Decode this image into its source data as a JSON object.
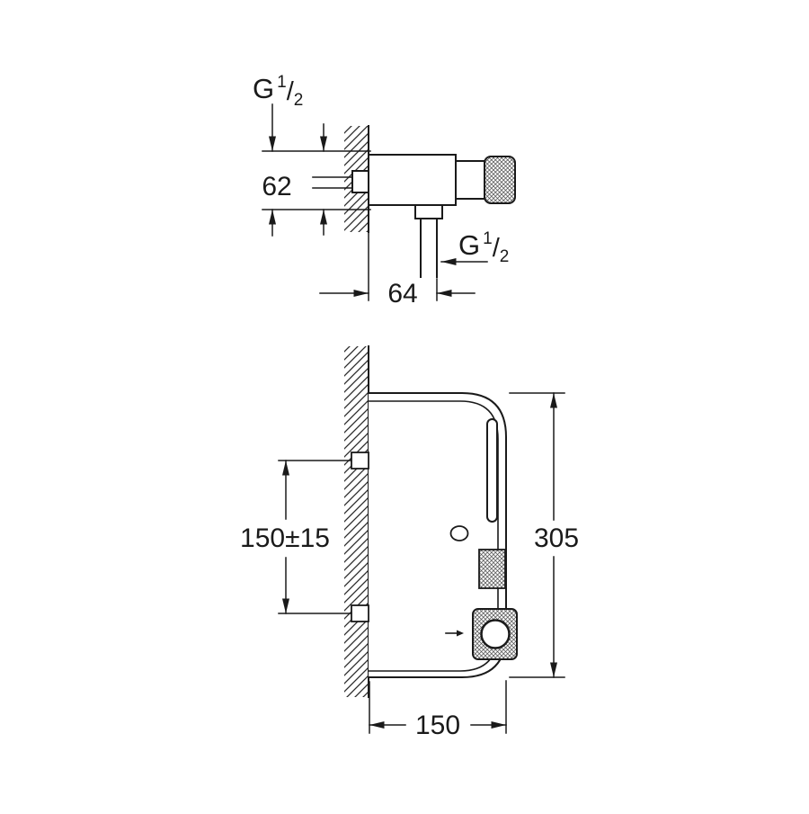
{
  "diagram": {
    "background": "#ffffff",
    "line_color": "#1a1a1a",
    "top_view": {
      "inlet_thread": {
        "letter": "G",
        "numerator": "1",
        "slash": "/",
        "denominator": "2"
      },
      "outlet_thread": {
        "letter": "G",
        "numerator": "1",
        "slash": "/",
        "denominator": "2"
      },
      "body_height": "62",
      "outlet_offset": "64"
    },
    "front_view": {
      "mounting_spacing": "150±15",
      "overall_height": "305",
      "overall_width": "150"
    }
  }
}
